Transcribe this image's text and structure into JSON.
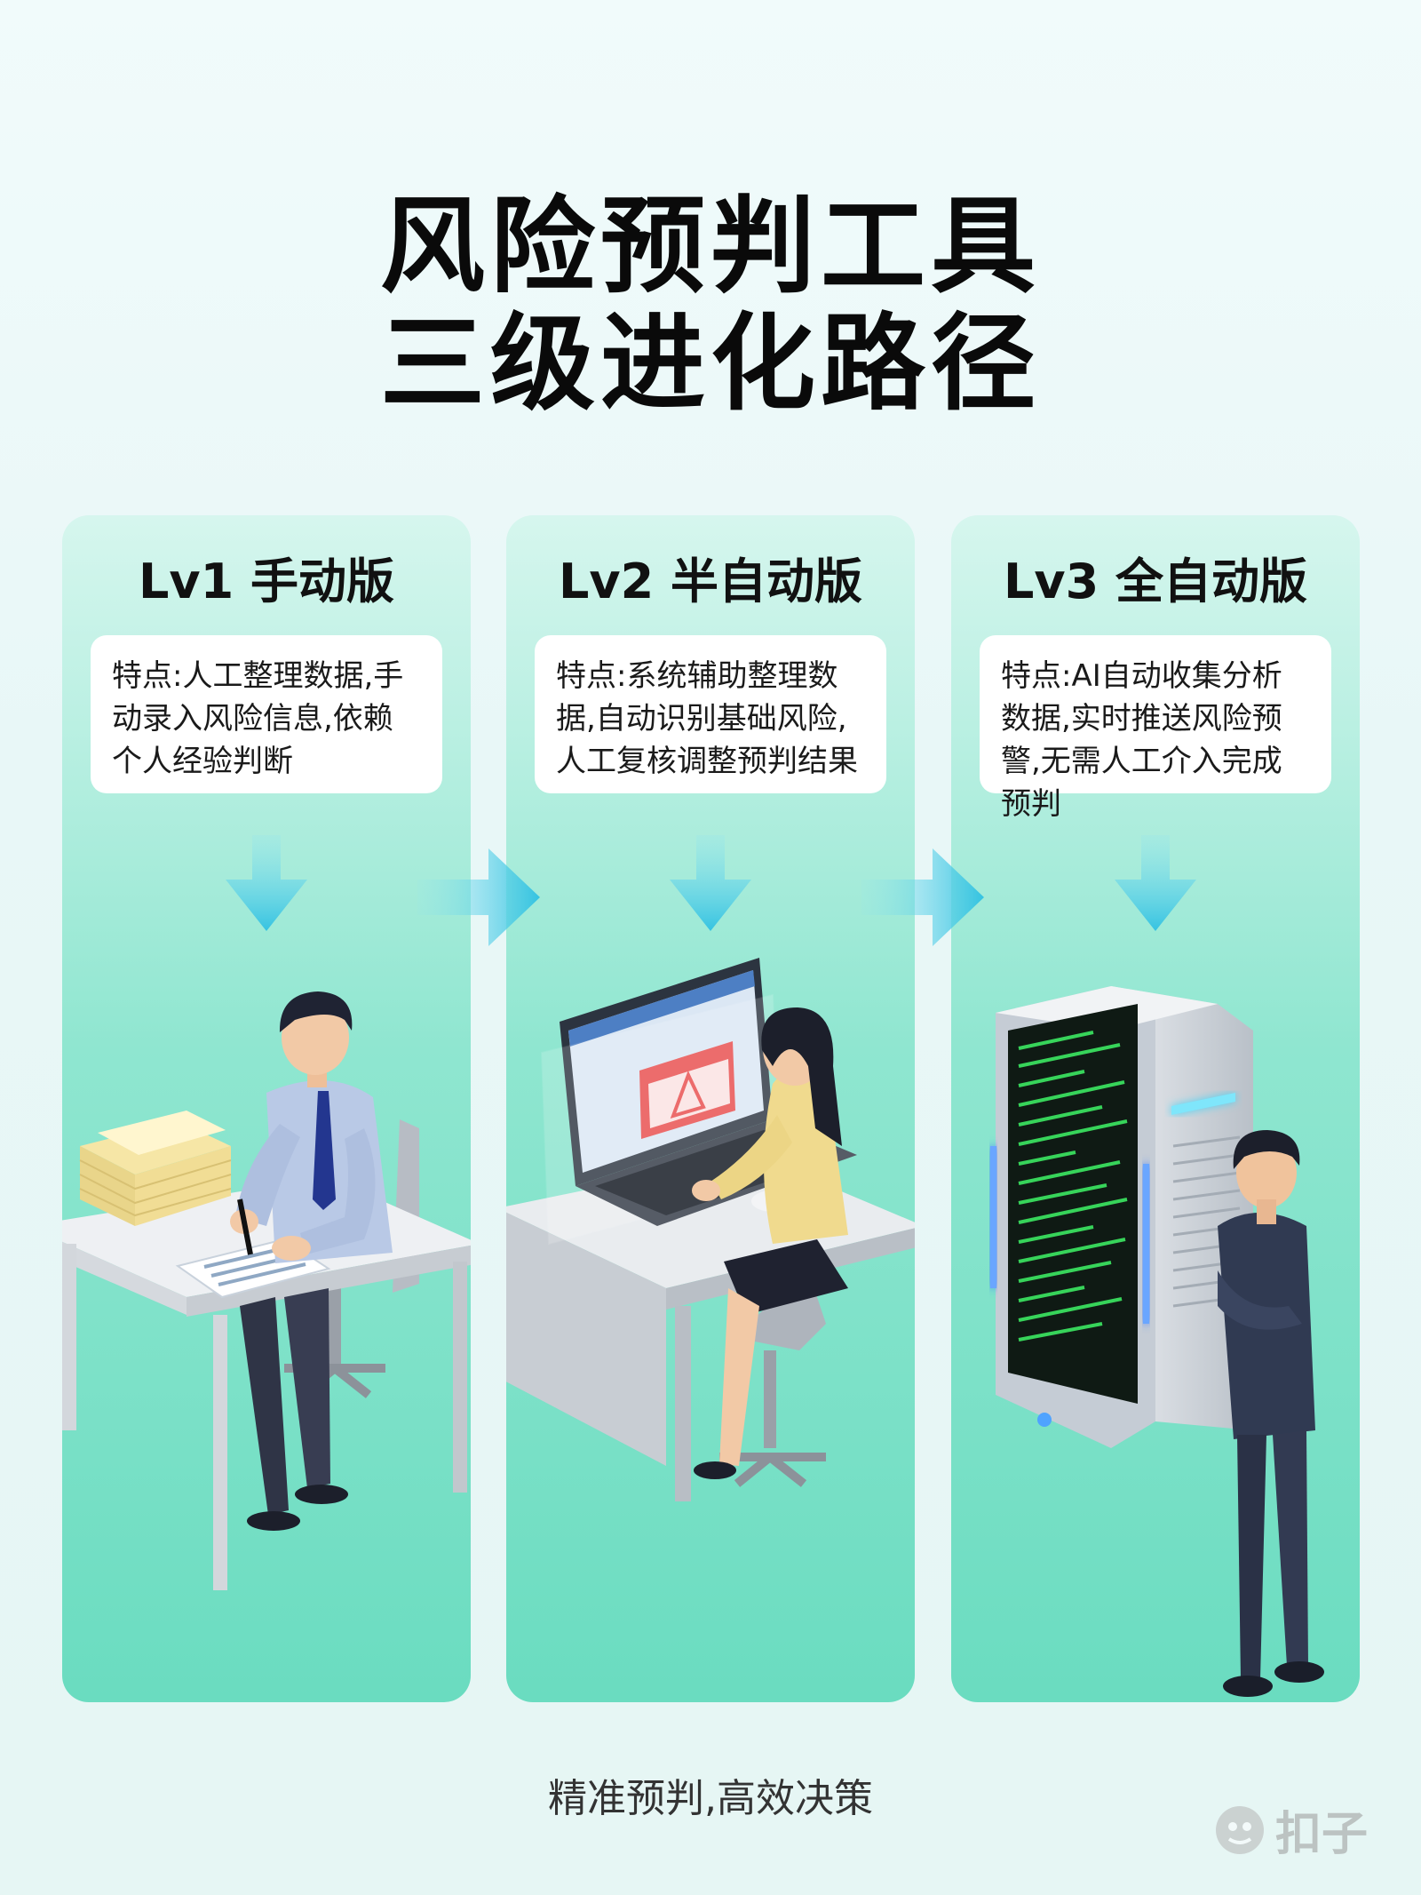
{
  "title": {
    "line1": "风险预判工具",
    "line2": "三级进化路径"
  },
  "levels": [
    {
      "title": "Lv1 手动版",
      "desc": "特点:人工整理数据,手动录入风险信息,依赖个人经验判断"
    },
    {
      "title": "Lv2 半自动版",
      "desc": "特点:系统辅助整理数据,自动识别基础风险,人工复核调整预判结果"
    },
    {
      "title": "Lv3 全自动版",
      "desc": "特点:AI自动收集分析数据,实时推送风险预警,无需人工介入完成预判"
    }
  ],
  "footer": "精准预判,高效决策",
  "watermark": "扣子",
  "colors": {
    "arrow": "#3fc7e6",
    "panel_top": "#d6f6ee",
    "panel_bottom": "#6adcc0",
    "alert": "#e84c4c"
  }
}
